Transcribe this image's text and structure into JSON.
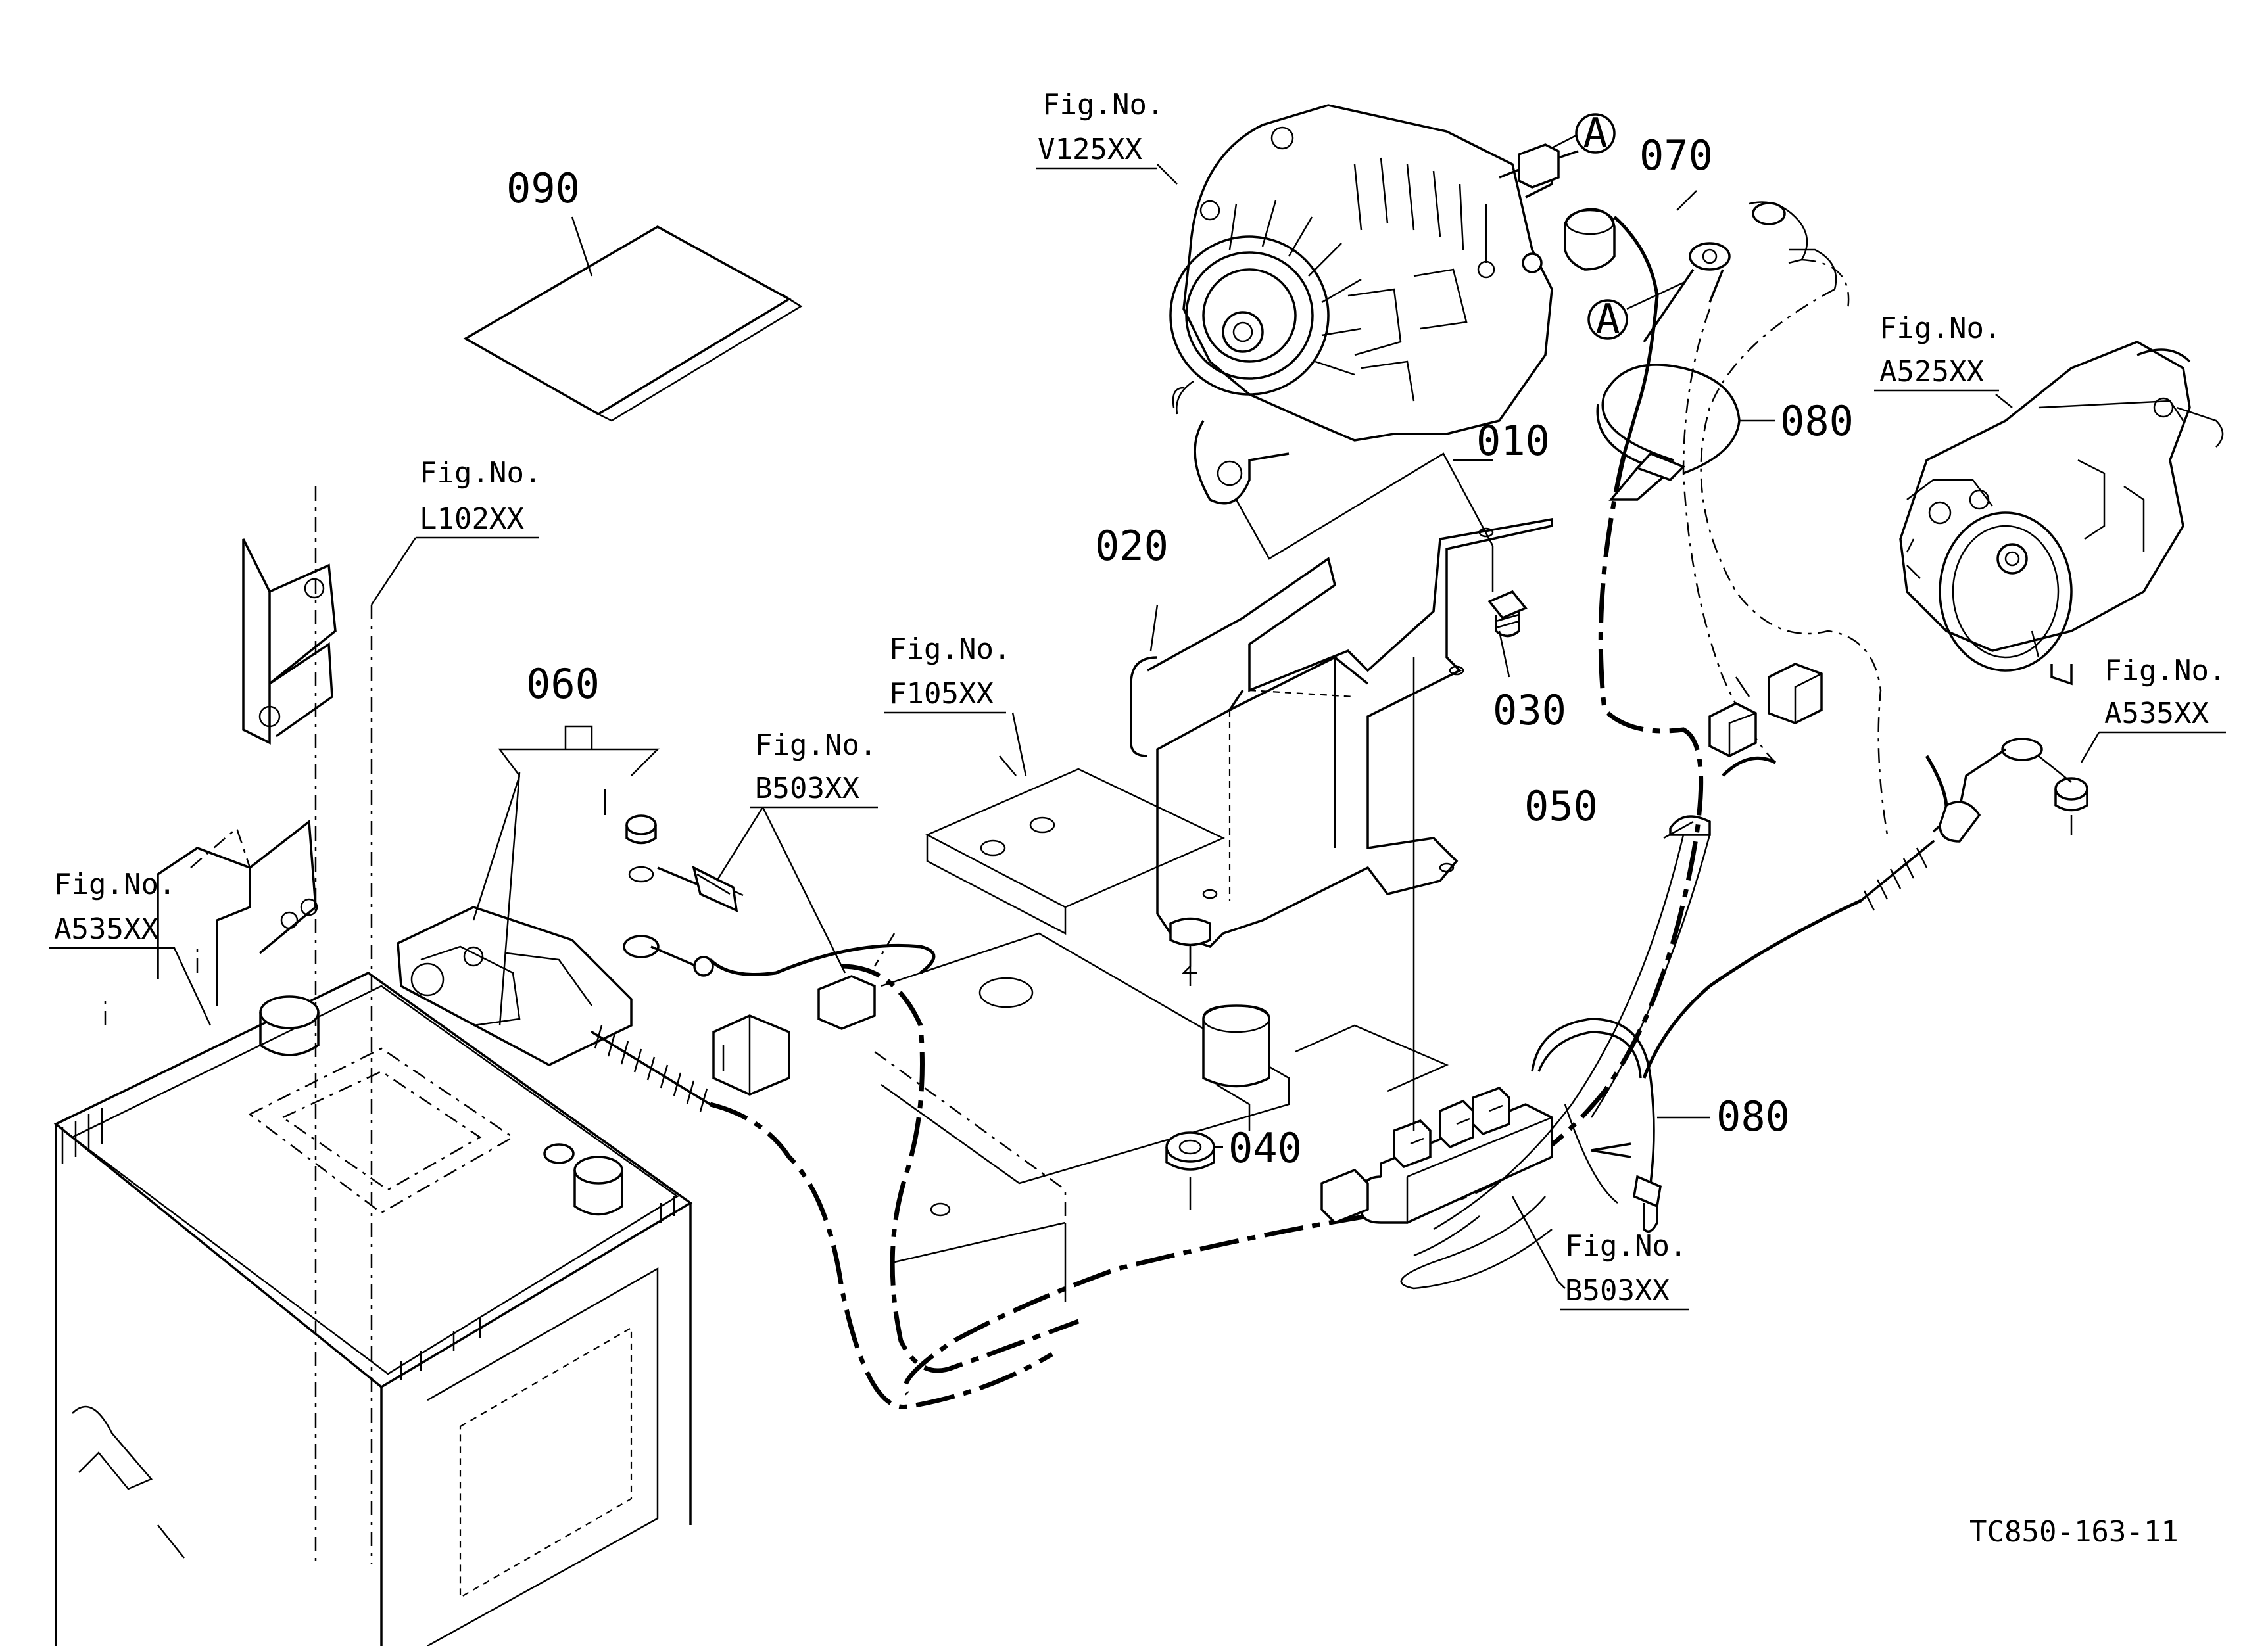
{
  "diagram_id": "TC850-163-11",
  "parts": [
    {
      "ref": "010"
    },
    {
      "ref": "020"
    },
    {
      "ref": "030"
    },
    {
      "ref": "040"
    },
    {
      "ref": "050"
    },
    {
      "ref": "060"
    },
    {
      "ref": "070"
    },
    {
      "ref": "080"
    },
    {
      "ref": "080"
    },
    {
      "ref": "090"
    }
  ],
  "fig_refs": {
    "fig_prefix": "Fig.No.",
    "alternator": "V125XX",
    "starter": "A525XX",
    "frame": "L102XX",
    "bracket": "F105XX",
    "battery_cable_left": "B503XX",
    "battery_cable_right": "B503XX",
    "battery": "A535XX",
    "starter_terminal": "A535XX"
  },
  "markers": {
    "connection": "A"
  },
  "icons": [
    "alternator-icon",
    "starter-motor-icon",
    "battery-icon",
    "fuse-box-icon",
    "cable-tie-icon",
    "manual-booklet-icon",
    "bracket-icon",
    "bolt-icon",
    "nut-icon"
  ]
}
